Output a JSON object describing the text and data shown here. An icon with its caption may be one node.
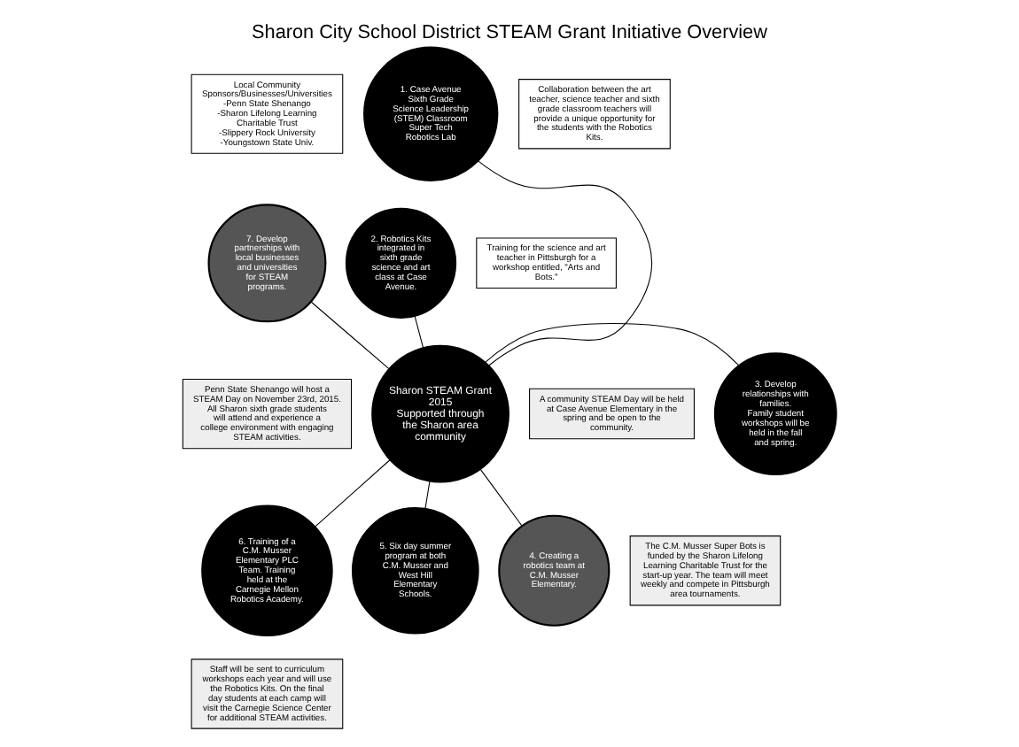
{
  "diagram": {
    "title": "Sharon City School District STEAM Grant Initiative Overview",
    "nodes": [
      {
        "text": [
          "Local Community Sponsors/Businesses/Universities",
          "-Penn State Shenango",
          "-Sharon Lifelong Learning Charitable Trust",
          "-Slippery Rock University",
          "-Youngstown State Univ."
        ]
      },
      {
        "text": [
          "1. Case Avenue Sixth Grade Science Leadership (STEM) Classroom",
          "Super Tech",
          "Robotics Lab"
        ]
      },
      {
        "text": [
          "Collaboration between the art teacher, science teacher and sixth grade classroom teachers will provide a unique opportunity for the students with the Robotics Kits."
        ]
      },
      {
        "text": [
          "7. Develop partnerships with local businesses and universities for STEAM programs."
        ]
      },
      {
        "text": [
          "2. Robotics Kits integrated in sixth grade science and art class at Case Avenue."
        ]
      },
      {
        "text": [
          "Training for the science and art teacher in Pittsburgh for a workshop entitled, \"Arts and Bots.\""
        ]
      },
      {
        "text": [
          "Penn State Shenango will host a STEAM Day on November 23rd, 2015. All Sharon sixth grade students will attend and experience a college environment with engaging STEAM activities."
        ]
      },
      {
        "text": [
          "Sharon STEAM Grant 2015",
          "Supported through the Sharon area community"
        ]
      },
      {
        "text": [
          "A community STEAM Day will be held at Case Avenue Elementary in the spring and be open to the community."
        ]
      },
      {
        "text": [
          "6. Training of a C.M. Musser Elementary PLC Team. Training held at the Carnegie Mellon Robotics Academy."
        ]
      },
      {
        "text": [
          "3. Develop relationships with families.",
          "Family student workshops will be held in the fall and spring."
        ]
      },
      {
        "text": [
          "5. Six day summer program at both C.M. Musser and West Hill Elementary Schools."
        ]
      },
      {
        "text": [
          "4. Creating a robotics team at C.M. Musser Elementary."
        ]
      },
      {
        "text": [
          "The C.M. Musser Super Bots is funded by the Sharon Lifelong Learning Charitable Trust for the start-up year. The team will meet weekly and compete in Pittsburgh area tournaments."
        ]
      },
      {
        "text": [
          "Staff will be sent to curriculum workshops each year and will use the Robotics Kits. On the final day students at each camp will visit the Carnegie Science Center for additional STEAM activities."
        ]
      }
    ],
    "edges": [
      {
        "from": 7,
        "to": 1,
        "arrow": "none"
      },
      {
        "from": 7,
        "to": 4,
        "arrow": "none"
      },
      {
        "from": 7,
        "to": 10,
        "arrow": "none"
      },
      {
        "from": 7,
        "to": 12,
        "arrow": "none"
      },
      {
        "from": 7,
        "to": 11,
        "arrow": "none"
      },
      {
        "from": 7,
        "to": 9,
        "arrow": "none"
      },
      {
        "from": 7,
        "to": 3,
        "arrow": "none"
      }
    ]
  }
}
